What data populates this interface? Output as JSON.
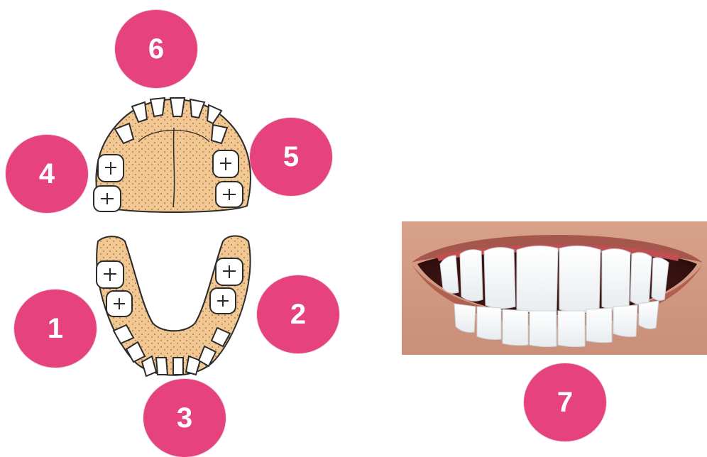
{
  "colors": {
    "marker": "#e5427e",
    "gum": "#f2c791",
    "gum_outline": "#2b2b2b",
    "tooth": "#ffffff",
    "lip": "#a5574d",
    "mouth_dark": "#3c1715"
  },
  "markers": [
    {
      "id": "1",
      "label": "1"
    },
    {
      "id": "2",
      "label": "2"
    },
    {
      "id": "3",
      "label": "3"
    },
    {
      "id": "4",
      "label": "4"
    },
    {
      "id": "5",
      "label": "5"
    },
    {
      "id": "6",
      "label": "6"
    },
    {
      "id": "7",
      "label": "7"
    }
  ]
}
